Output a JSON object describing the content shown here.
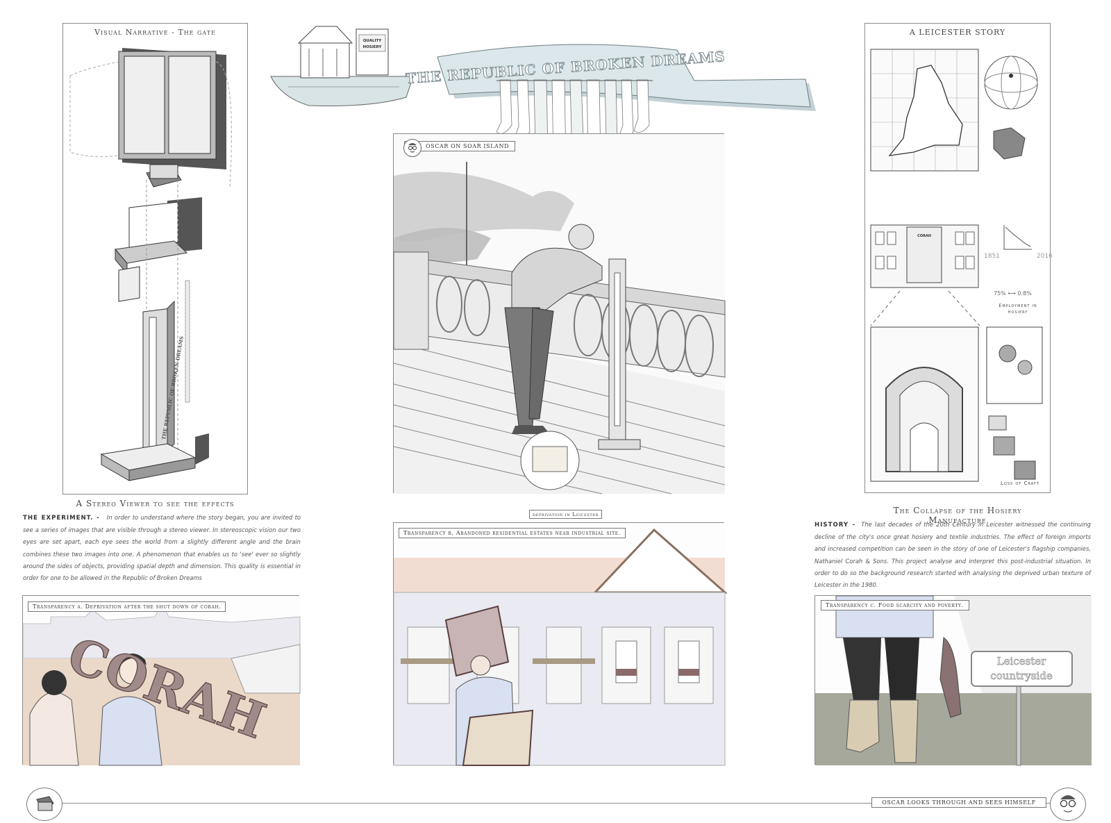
{
  "banner": {
    "title": "THE REPUBLIC OF BROKEN DREAMS",
    "crate_text_1": "QUALITY",
    "crate_text_2": "HOSIERY"
  },
  "gate_panel": {
    "title": "Visual Narrative - The gate",
    "vertical_text": "THE REPUBLIC OF BROKEN DREAMS"
  },
  "stereo": {
    "title": "A Stereo Viewer to see the effects",
    "lead": "THE EXPERIMENT. -",
    "text": "In order to understand where the story began, you are invited to see a series of images that are visible through a stereo viewer. In stereoscopic vision our two eyes are set apart, each eye sees the world from a slightly different angle and the brain combines these two images into one. A phenomenon that enables us to 'see' ever so slightly around the sides of objects, providing spatial depth and dimension. This quality is essential in order for one to be allowed in the Republic of Broken Dreams"
  },
  "center_panel": {
    "tag": "OSCAR ON SOAR ISLAND",
    "caption": "deprivation in Leicester"
  },
  "leicester_panel": {
    "title": "A LEICESTER STORY",
    "chart_start": "1851",
    "chart_end": "2016",
    "pct_from": "75%",
    "pct_to": "0.8%",
    "employment": "Employment in hosiery",
    "building_sign": "CORAH",
    "loss": "Loss of Craft"
  },
  "collapse": {
    "title": "The Collapse of the Hosiery Manufacture",
    "lead": "HISTORY -",
    "text": "The last decades of the 20th Century in Leicester witnessed the continuing decline of the city's once great hosiery and textile industries. The effect of foreign imports and increased competition can be seen in the story of one of Leicester's flagship companies, Nathaniel Corah & Sons. This project analyse and interpret this post-industrial situation. In order to do so the background research started with analysing the deprived urban texture of Leicester in the 1980."
  },
  "transparency": {
    "a": "Transparency a. Deprivation after the shut down of corah.",
    "a_sign": "CORAH",
    "b": "Transparency b. Abandoned residential estates near industrial site.",
    "c": "Transparency c. Food scarcity and poverty.",
    "c_sign_1": "Leicester",
    "c_sign_2": "countryside"
  },
  "footer": {
    "text": "OSCAR LOOKS THROUGH AND SEES HIMSELF"
  }
}
